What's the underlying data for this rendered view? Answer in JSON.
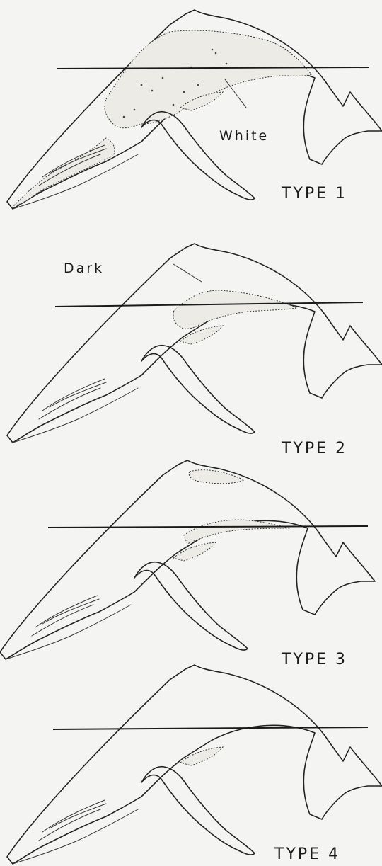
{
  "labels": {
    "white": "White",
    "dark": "Dark"
  },
  "panels": [
    {
      "title": "TYPE 1"
    },
    {
      "title": "TYPE 2"
    },
    {
      "title": "TYPE 3"
    },
    {
      "title": "TYPE 4"
    }
  ]
}
